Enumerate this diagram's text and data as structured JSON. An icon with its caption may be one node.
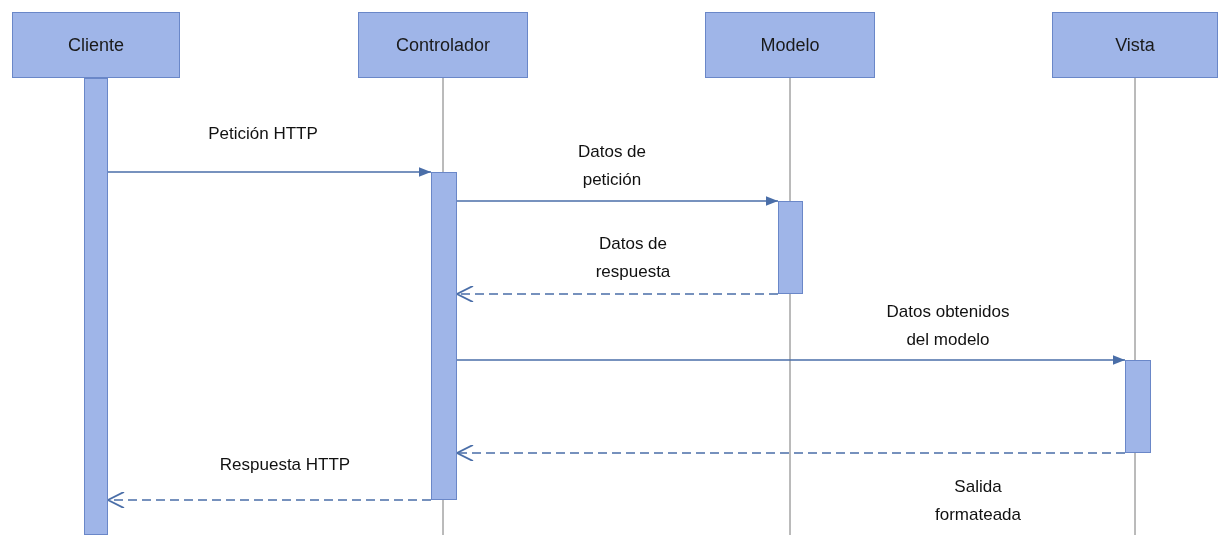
{
  "diagram": {
    "nodes": [
      {
        "text": [
          "Cliente"
        ]
      },
      {
        "text": [
          "Controlador"
        ]
      },
      {
        "text": [
          "Modelo"
        ]
      },
      {
        "text": [
          "Vista"
        ]
      },
      {
        "text": [],
        "shape": "bar"
      },
      {
        "text": [],
        "shape": "bar"
      },
      {
        "text": [],
        "shape": "bar"
      },
      {
        "text": [],
        "shape": "bar"
      }
    ],
    "edges": [
      {
        "from": 4,
        "to": 5,
        "arrow": "to",
        "label": "Petición HTTP"
      },
      {
        "from": 5,
        "to": 6,
        "arrow": "to",
        "label": "Datos de petición"
      },
      {
        "from": 6,
        "to": 5,
        "arrow": "to",
        "label": "Datos de respuesta",
        "style": "dashed"
      },
      {
        "from": 5,
        "to": 7,
        "arrow": "to",
        "label": "Datos obtenidos del modelo"
      },
      {
        "from": 7,
        "to": 5,
        "arrow": "to",
        "label": "Salida formateada",
        "style": "dashed"
      },
      {
        "from": 5,
        "to": 4,
        "arrow": "to",
        "label": "Respuesta HTTP",
        "style": "dashed"
      }
    ]
  }
}
